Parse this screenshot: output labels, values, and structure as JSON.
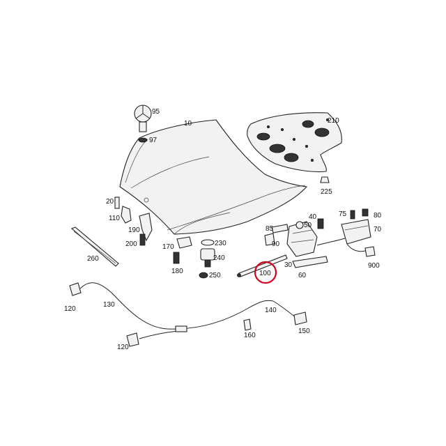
{
  "labels": {
    "p10": "10",
    "p20": "20",
    "p30": "30",
    "p40": "40",
    "p50": "50",
    "p60": "60",
    "p70": "70",
    "p75": "75",
    "p80": "80",
    "p85": "85",
    "p90": "90",
    "p95": "95",
    "p97": "97",
    "p100": "100",
    "p110": "110",
    "p120a": "120",
    "p120b": "120",
    "p130": "130",
    "p140": "140",
    "p150": "150",
    "p160": "160",
    "p170": "170",
    "p180": "180",
    "p190": "190",
    "p200": "200",
    "p210": "210",
    "p225": "225",
    "p230": "230",
    "p240": "240",
    "p250": "250",
    "p260": "260",
    "p900": "900"
  },
  "highlight": {
    "part": "100",
    "color": "#d0021b"
  }
}
